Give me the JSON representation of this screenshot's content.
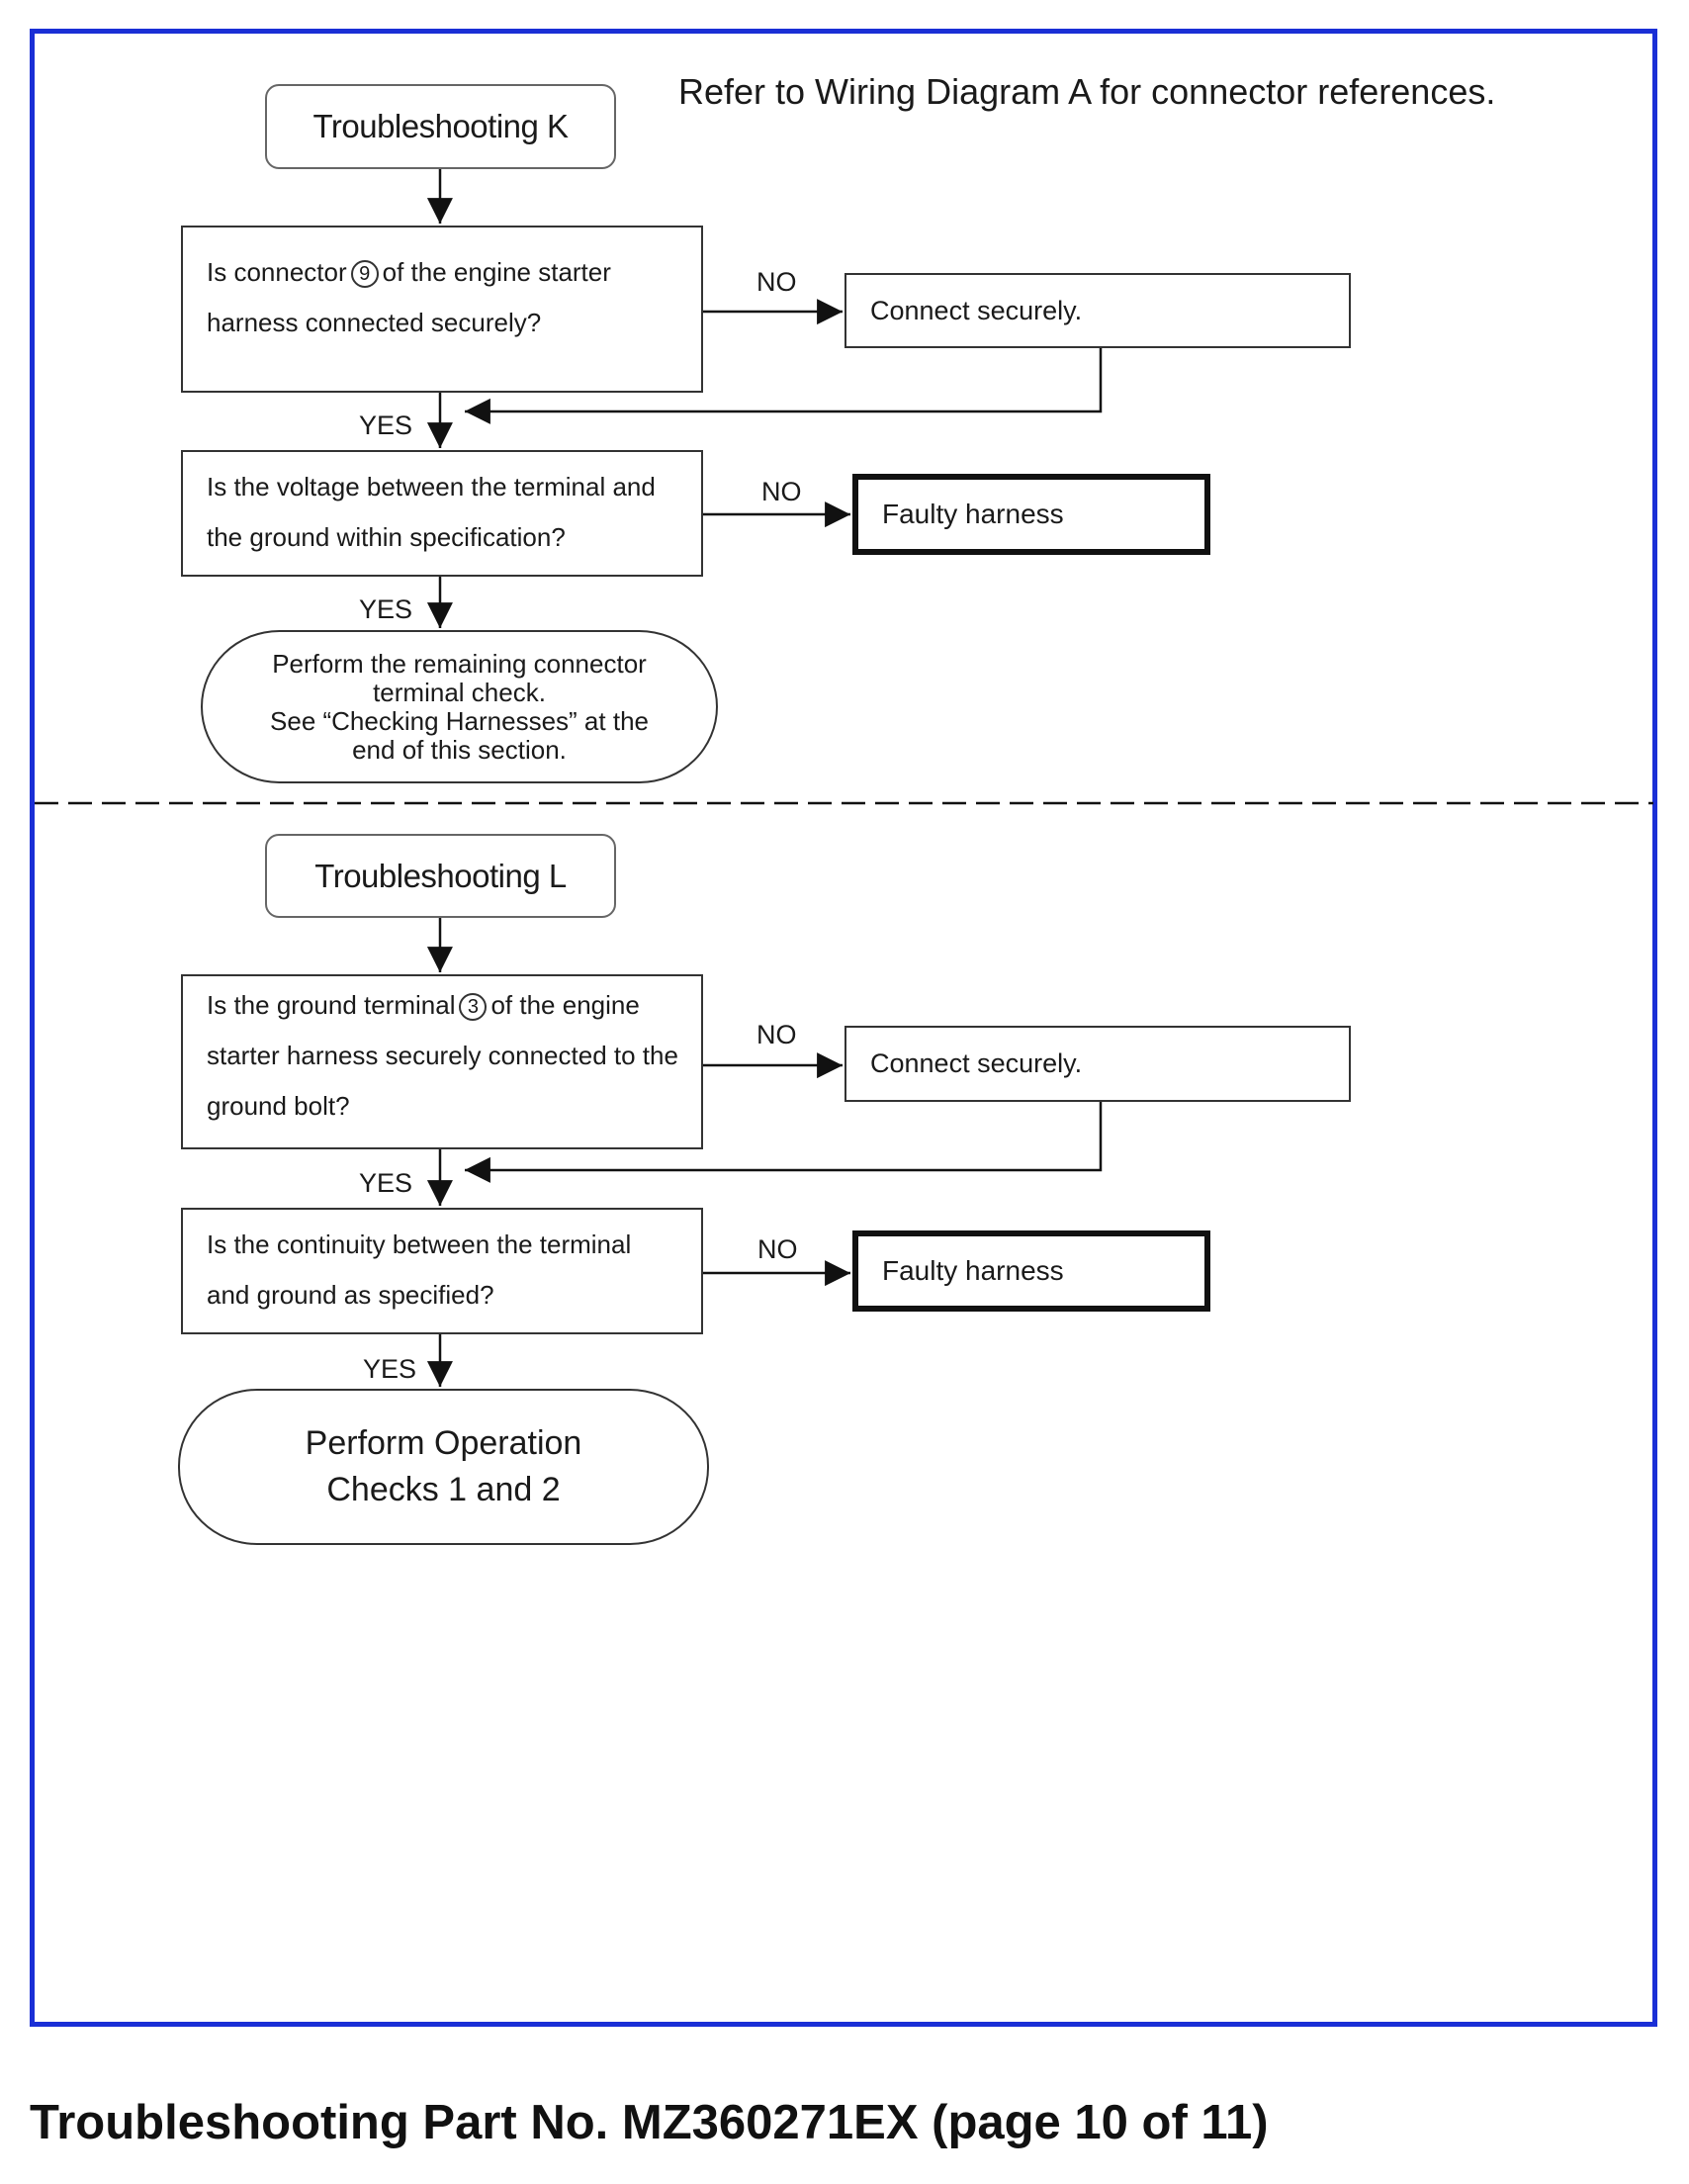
{
  "note": "Refer to Wiring Diagram A for connector references.",
  "labels": {
    "no": "NO",
    "yes": "YES"
  },
  "section_k": {
    "start": "Troubleshooting K",
    "q1": {
      "before": "Is connector",
      "circled": "9",
      "after": "of the engine starter harness connected securely?"
    },
    "q1_no": "Connect securely.",
    "q2": "Is the voltage between the terminal and the ground within specification?",
    "q2_no": "Faulty harness",
    "end": {
      "line1": "Perform the remaining connector",
      "line2": "terminal check.",
      "line3": "See “Checking Harnesses” at the",
      "line4": "end of this section."
    }
  },
  "section_l": {
    "start": "Troubleshooting L",
    "q1": {
      "before": "Is the ground terminal",
      "circled": "3",
      "after": "of the engine starter harness securely connected to the ground bolt?"
    },
    "q1_no": "Connect securely.",
    "q2": "Is the continuity between the terminal and ground as specified?",
    "q2_no": "Faulty harness",
    "end": {
      "line1": "Perform Operation",
      "line2": "Checks 1 and 2"
    }
  },
  "caption": "Troubleshooting Part No. MZ360271EX (page 10 of 11)",
  "colors": {
    "frame": "#1a2fd6",
    "lines": "#111111"
  }
}
